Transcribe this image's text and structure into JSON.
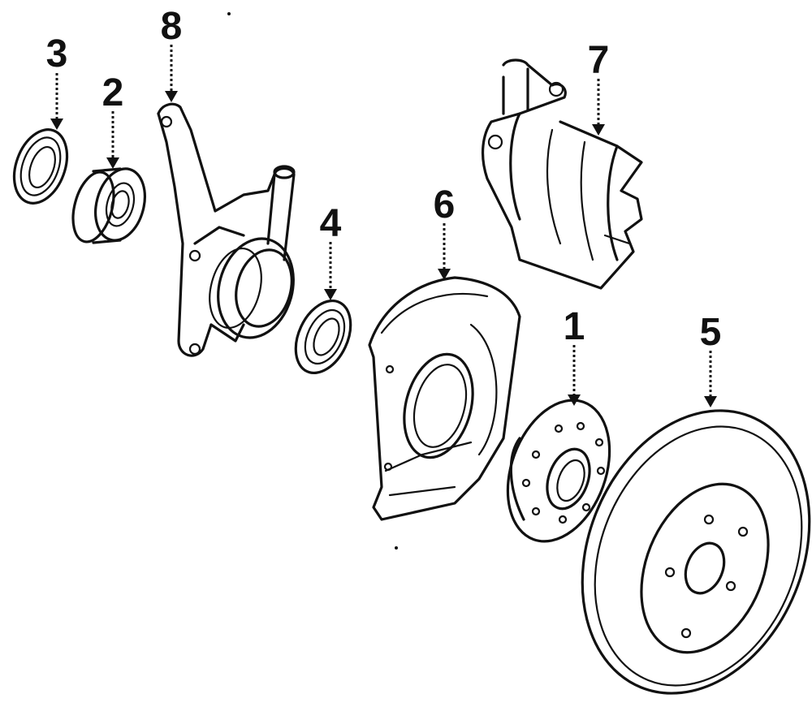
{
  "diagram": {
    "callouts": [
      {
        "id": "c1",
        "label": "1",
        "part": "hub"
      },
      {
        "id": "c2",
        "label": "2",
        "part": "inner-bearing"
      },
      {
        "id": "c3",
        "label": "3",
        "part": "outer-seal"
      },
      {
        "id": "c4",
        "label": "4",
        "part": "inner-seal"
      },
      {
        "id": "c5",
        "label": "5",
        "part": "brake-rotor"
      },
      {
        "id": "c6",
        "label": "6",
        "part": "splash-shield"
      },
      {
        "id": "c7",
        "label": "7",
        "part": "brake-caliper"
      },
      {
        "id": "c8",
        "label": "8",
        "part": "steering-knuckle"
      }
    ]
  }
}
